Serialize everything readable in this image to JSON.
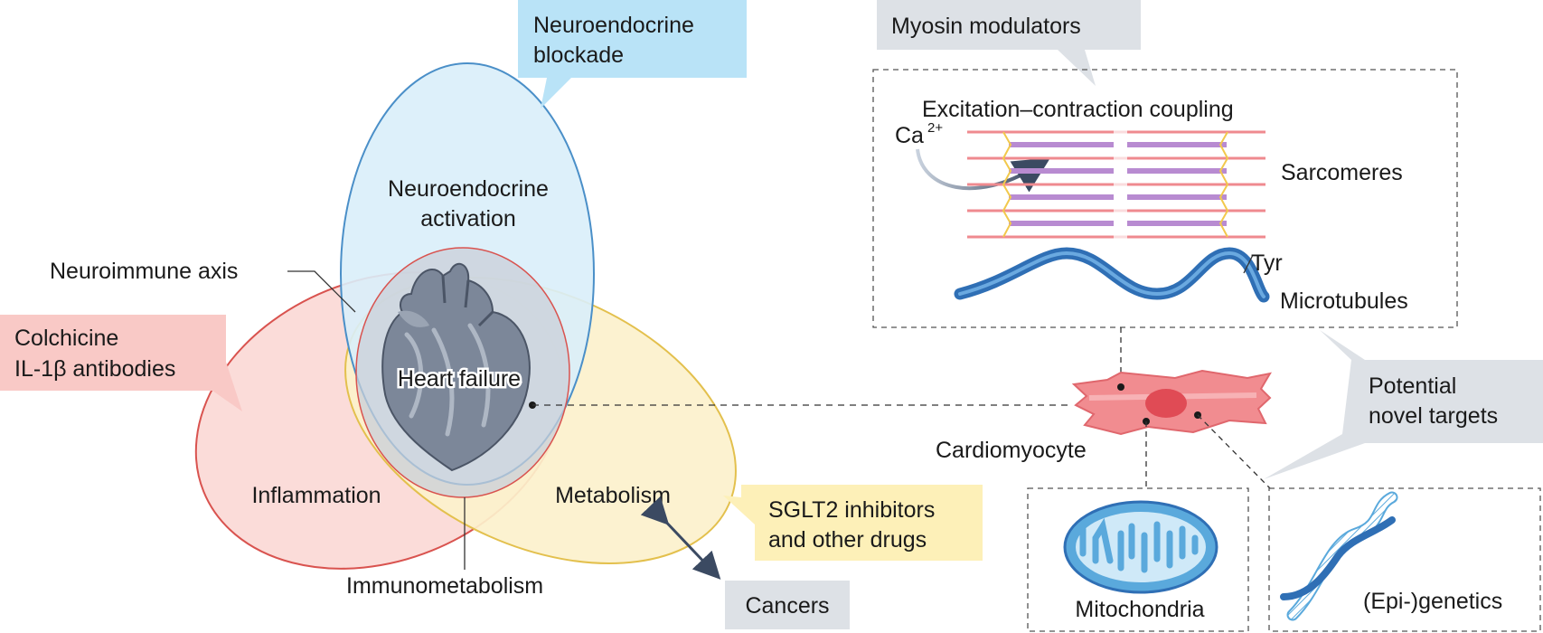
{
  "venn": {
    "neuro": "Neuroendocrine activation",
    "neuro_line1": "Neuroendocrine",
    "neuro_line2": "activation",
    "inflammation": "Inflammation",
    "metabolism": "Metabolism",
    "center": "Heart failure",
    "neuroimmune": "Neuroimmune axis",
    "immunometabolism": "Immunometabolism"
  },
  "callouts": {
    "neuro_blockade_line1": "Neuroendocrine",
    "neuro_blockade_line2": "blockade",
    "colchicine_line1": "Colchicine",
    "colchicine_line2": "IL-1β antibodies",
    "sglt2_line1": "SGLT2 inhibitors",
    "sglt2_line2": "and other drugs",
    "cancers": "Cancers",
    "myosin": "Myosin modulators",
    "novel_line1": "Potential",
    "novel_line2": "novel targets"
  },
  "cell": {
    "ecc": "Excitation–contraction coupling",
    "ca": "Ca",
    "ca_sup": "2+",
    "sarcomeres": "Sarcomeres",
    "tyr": "Tyr",
    "microtubules": "Microtubules",
    "cardiomyocyte": "Cardiomyocyte",
    "mitochondria": "Mitochondria",
    "epigenetics": "(Epi-)genetics"
  },
  "colors": {
    "neuro_fill": "#d9eef9",
    "neuro_stroke": "#4a8fc8",
    "inflam_fill": "#fbdcd9",
    "inflam_stroke": "#d9534f",
    "metab_fill": "#fcf1cc",
    "metab_stroke": "#e3c04d",
    "blue_callout": "#b9e3f7",
    "pink_callout": "#f9c9c6",
    "yellow_callout": "#fdf0b8",
    "gray_callout": "#dde1e6"
  }
}
